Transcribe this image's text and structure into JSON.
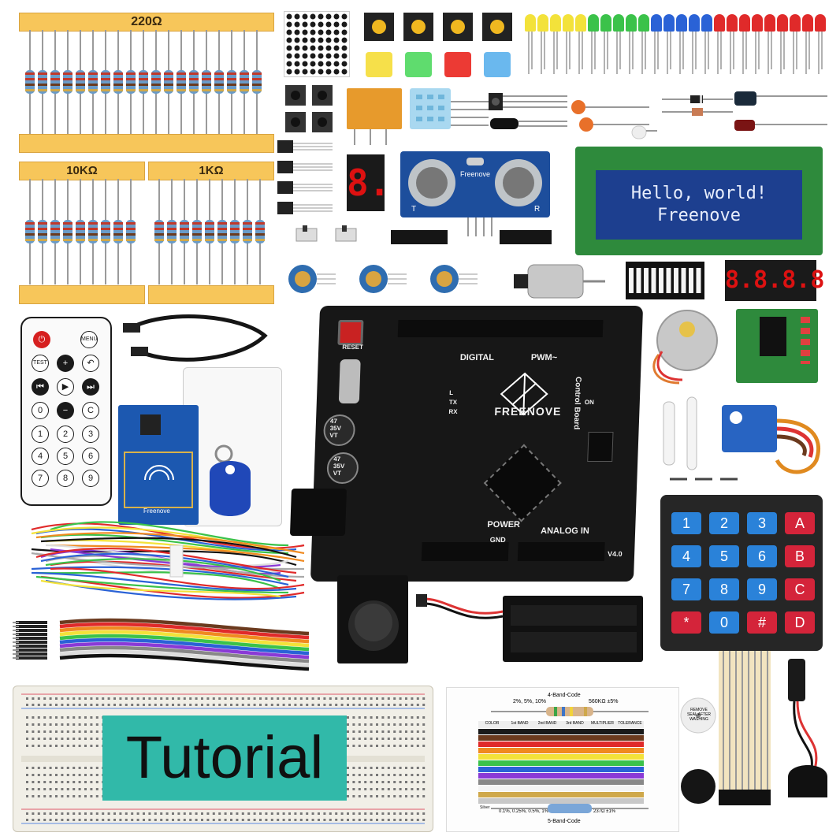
{
  "resistors": {
    "label_top": "220Ω",
    "label_left": "10KΩ",
    "label_right": "1KΩ"
  },
  "lcd": {
    "line1": "Hello, world!",
    "line2": "Freenove"
  },
  "seven_segment_single": "8.",
  "seven_segment_quad": "8.8.8.8",
  "ultrasonic": {
    "brand": "Freenove",
    "left_mark": "T",
    "right_mark": "R"
  },
  "board": {
    "brand": "FREENOVE",
    "side_label": "Control Board",
    "digital_label": "DIGITAL",
    "pwm_label": "PWM~",
    "power_label": "POWER",
    "analog_label": "ANALOG IN",
    "reset_label": "RESET",
    "on_label": "ON",
    "tx_label": "TX",
    "rx_label": "RX",
    "l_label": "L",
    "version": "V4.0",
    "gnd_label": "GND",
    "cap_label": "47\n35V\nVT"
  },
  "remote": {
    "menu": "MENU",
    "test": "TEST",
    "c": "C",
    "digits": [
      "0",
      "1",
      "2",
      "3",
      "4",
      "5",
      "6",
      "7",
      "8",
      "9"
    ]
  },
  "rfid": {
    "brand": "Freenove"
  },
  "keypad": {
    "keys": [
      [
        "1",
        "2",
        "3",
        "A"
      ],
      [
        "4",
        "5",
        "6",
        "B"
      ],
      [
        "7",
        "8",
        "9",
        "C"
      ],
      [
        "*",
        "0",
        "#",
        "D"
      ]
    ]
  },
  "tutorial": {
    "label": "Tutorial"
  },
  "color_code": {
    "title_4band": "4-Band-Code",
    "tolerance_4band": "2%, 5%, 10%",
    "example_4band": "560KΩ ±5%",
    "headers": [
      "COLOR",
      "1st BAND",
      "2nd BAND",
      "3rd BAND",
      "MULTIPLIER",
      "TOLERANCE"
    ],
    "colors": [
      "Black",
      "Brown",
      "Red",
      "Orange",
      "Yellow",
      "Green",
      "Blue",
      "Violet",
      "Grey",
      "White",
      "Gold",
      "Silver"
    ],
    "title_5band": "5-Band-Code",
    "tolerance_5band": "0.1%, 0.25%, 0.5%, 1%",
    "example_5band": "237Ω ±1%"
  },
  "buzzer": {
    "label": "REMOVE SEAL AFTER WASHING"
  },
  "colors": {
    "tape": "#f7c65a",
    "lcd_bg": "#1d3f8f",
    "board": "#171717",
    "tutorial_bg": "#31b9a9",
    "keypad_blue": "#2a82d9",
    "keypad_red": "#d4243a"
  }
}
